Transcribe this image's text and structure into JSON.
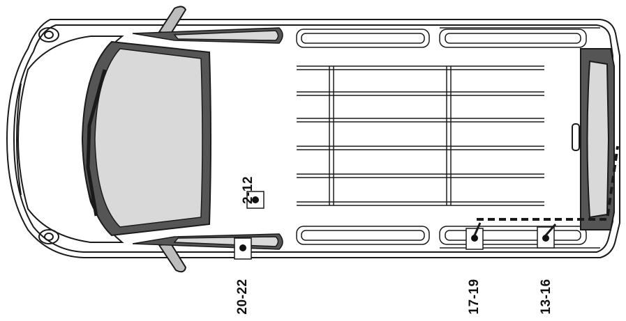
{
  "vehicle": {
    "view": "top",
    "colors": {
      "outline": "#1a1a1a",
      "glass": "#d9d9d9",
      "dark_trim": "#555555",
      "body": "#ffffff"
    }
  },
  "callouts": [
    {
      "id": "roof",
      "label": "2-12"
    },
    {
      "id": "front-wheel",
      "label": "20-22"
    },
    {
      "id": "sliding-door-front",
      "label": "17-19"
    },
    {
      "id": "sliding-door-rear",
      "label": "13-16"
    }
  ],
  "icons": {
    "point_marker": "filled-circle",
    "sliding_path": "dashed-line"
  }
}
